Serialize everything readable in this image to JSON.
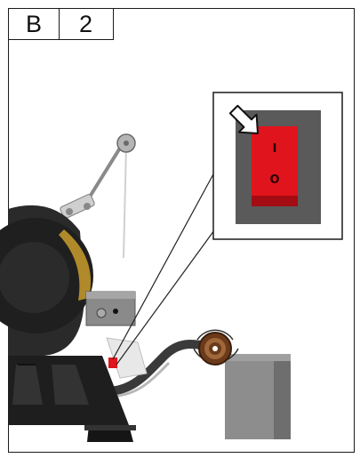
{
  "header": {
    "section": "B",
    "step": "2"
  },
  "switch": {
    "on_symbol": "I",
    "off_symbol": "O"
  },
  "colors": {
    "switch_red": "#e0141c",
    "switch_housing": "#5a5a5a",
    "grinder_body": "#2a2a2a",
    "grinding_wheel": "#b08a2a",
    "rest_block": "#8a8a8a"
  },
  "icons": {
    "pointer": "press-arrow-icon"
  }
}
